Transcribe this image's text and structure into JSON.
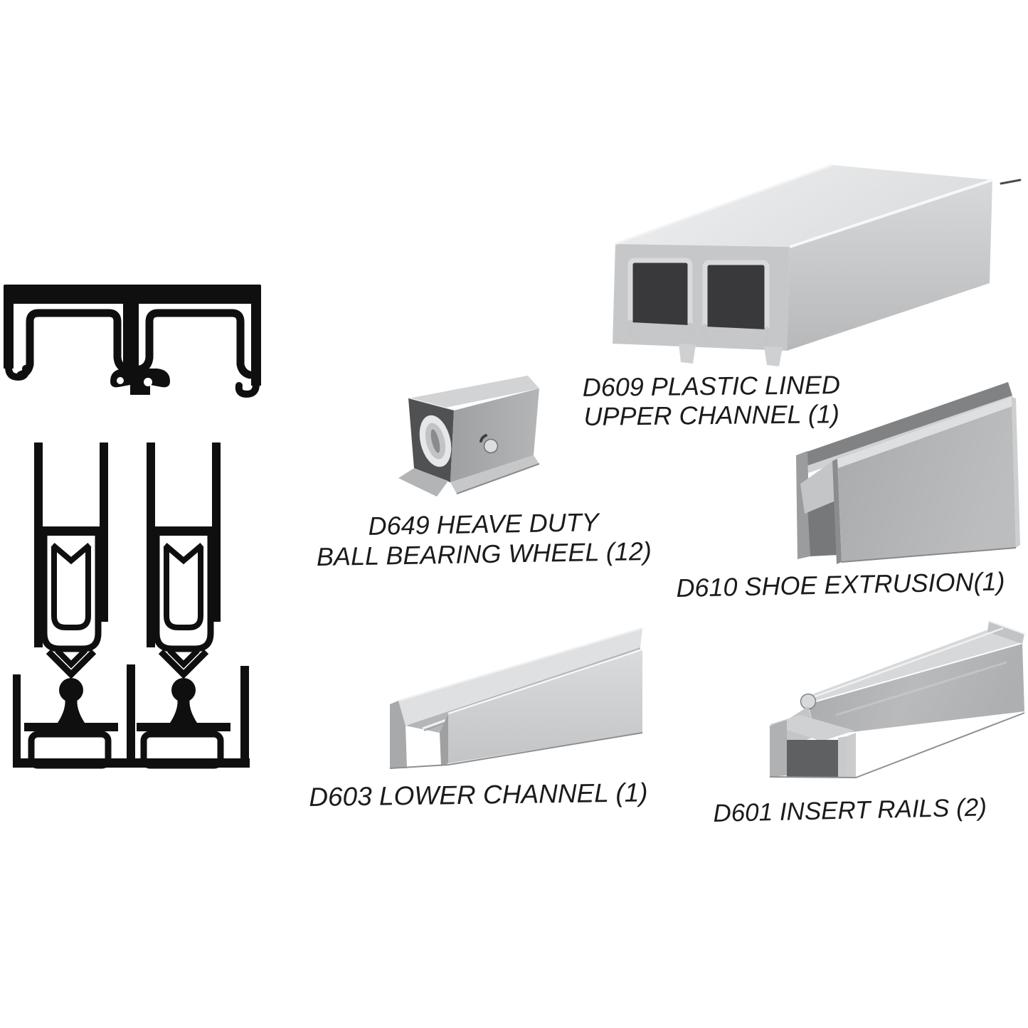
{
  "page": {
    "type": "product-parts-diagram",
    "background": "#ffffff",
    "description": "Sliding door track hardware kit: cross-section line drawings and aluminum part photos with italic part labels"
  },
  "labels": {
    "d609_line1": "D609 PLASTIC LINED",
    "d609_line2": "UPPER CHANNEL (1)",
    "d649_line1": "D649 HEAVE DUTY",
    "d649_line2": "BALL BEARING WHEEL (12)",
    "d610": "D610 SHOE EXTRUSION(1)",
    "d603": "D603 LOWER CHANNEL (1)",
    "d601": "D601 INSERT RAILS (2)"
  },
  "parts": [
    {
      "code": "D609",
      "name": "PLASTIC LINED UPPER CHANNEL",
      "qty": 1
    },
    {
      "code": "D649",
      "name": "HEAVE DUTY BALL BEARING WHEEL",
      "qty": 12
    },
    {
      "code": "D610",
      "name": "SHOE EXTRUSION",
      "qty": 1
    },
    {
      "code": "D603",
      "name": "LOWER CHANNEL",
      "qty": 1
    },
    {
      "code": "D601",
      "name": "INSERT RAILS",
      "qty": 2
    }
  ],
  "illustrations": [
    {
      "icon": "upper-channel-cross-section-drawing",
      "style": "black line art",
      "position": "top-left"
    },
    {
      "icon": "roller-assembly-cross-section-drawing",
      "style": "black line art",
      "position": "bottom-left"
    },
    {
      "icon": "d609-upper-channel-photo",
      "style": "aluminum 3d render",
      "position": "top-right"
    },
    {
      "icon": "d649-ball-bearing-wheel-photo",
      "style": "aluminum 3d render",
      "position": "middle-center"
    },
    {
      "icon": "d610-shoe-extrusion-photo",
      "style": "aluminum 3d render",
      "position": "middle-right"
    },
    {
      "icon": "d603-lower-channel-photo",
      "style": "aluminum 3d render",
      "position": "bottom-center"
    },
    {
      "icon": "d601-insert-rail-photo",
      "style": "aluminum 3d render",
      "position": "bottom-right"
    }
  ],
  "colors": {
    "ink": "#0f0f0f",
    "label_text": "#1b1b1b",
    "aluminum_highlight": "#f5f6f7",
    "aluminum_light": "#e2e3e5",
    "aluminum_mid": "#c2c3c5",
    "aluminum_dark": "#97989a",
    "cavity_dark": "#39393b",
    "background": "#ffffff"
  }
}
